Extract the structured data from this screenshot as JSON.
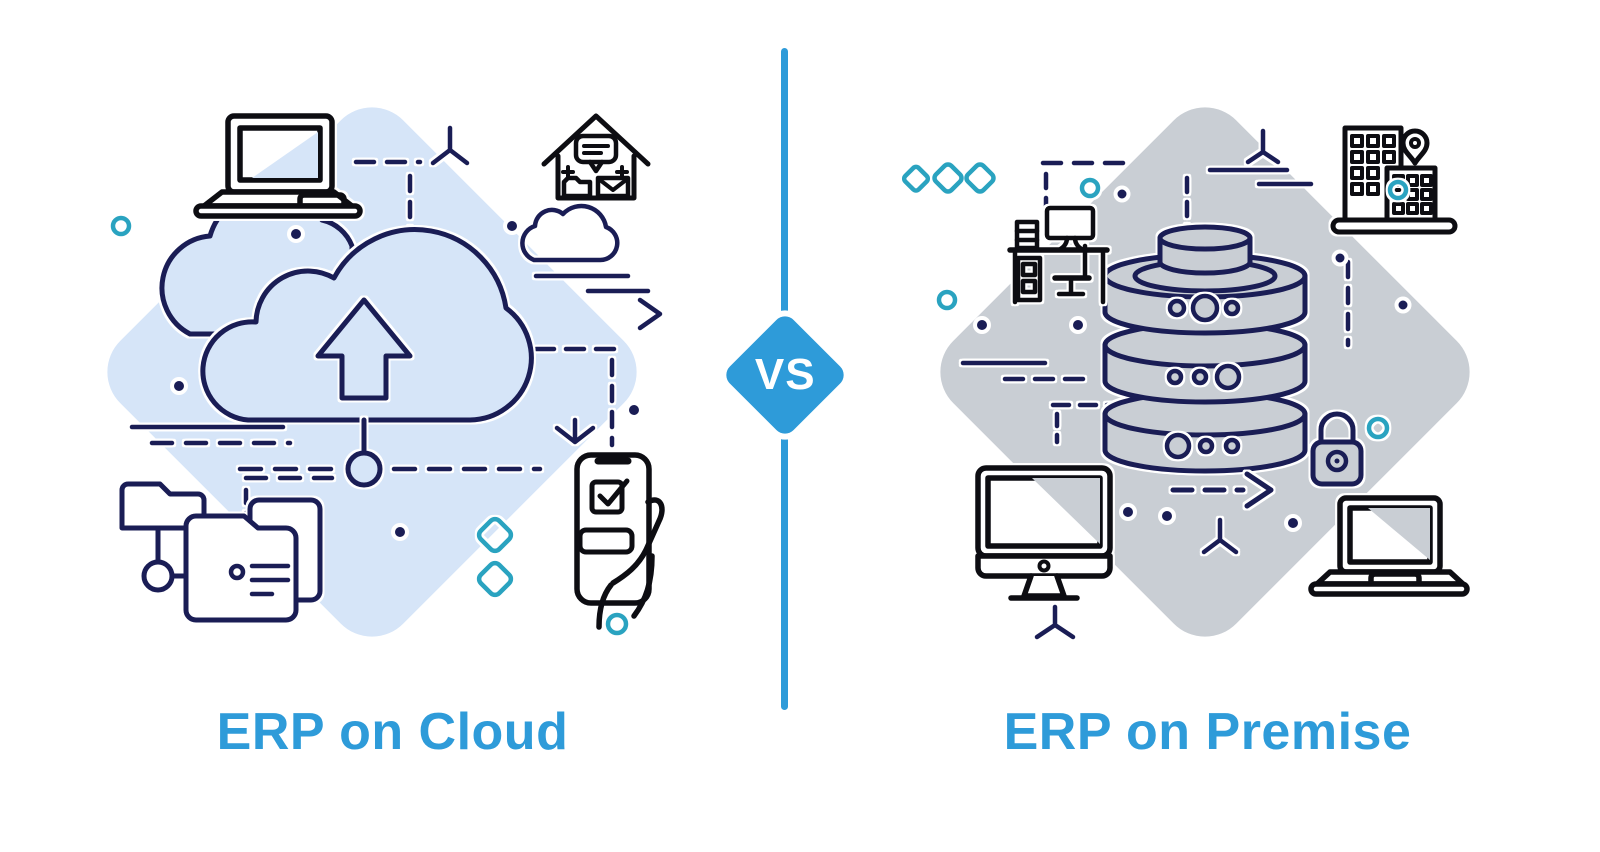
{
  "vs_badge": {
    "label": "VS"
  },
  "panels": {
    "left": {
      "caption": "ERP on Cloud"
    },
    "right": {
      "caption": "ERP on Premise"
    }
  },
  "colors": {
    "accent": "#2E9BD9",
    "navy": "#1A1D55",
    "ink": "#0D0D12",
    "teal": "#2AA3C0",
    "cloud_bg": "#D6E5F8",
    "premise_bg": "#C9CED4",
    "white": "#FFFFFF",
    "background": "#FFFFFF"
  },
  "icons": {
    "left": [
      "laptop-icon",
      "home-sync-icon",
      "small-cloud-icon",
      "back-cloud-icon",
      "upload-cloud-icon",
      "upload-arrow-icon",
      "network-node-icon",
      "network-folders-icon",
      "phone-checklist-icon",
      "teal-diamond-icon",
      "teal-circle-icon"
    ],
    "right": [
      "workstation-desk-icon",
      "office-buildings-icon",
      "location-pin-icon",
      "server-stack-icon",
      "padlock-icon",
      "desktop-monitor-icon",
      "laptop-icon",
      "dashed-arrow-icon",
      "teal-diamond-icon",
      "teal-circle-icon"
    ]
  }
}
